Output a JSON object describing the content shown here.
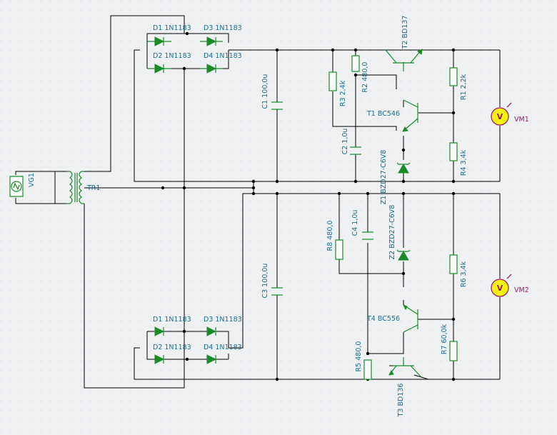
{
  "labels": {
    "vg1": "VG1",
    "tr1": "TR1",
    "d1_top": "D1 1N1183",
    "d2_top": "D2 1N1183",
    "d3_top": "D3 1N1183",
    "d4_top": "D4 1N1183",
    "d1_bot": "D1 1N1183",
    "d2_bot": "D2 1N1183",
    "d3_bot": "D3 1N1183",
    "d4_bot": "D4 1N1183",
    "c1": "C1 100,0u",
    "c2": "C2 1,0u",
    "c3": "C3 100,0u",
    "c4": "C4 1,0u",
    "r1": "R1 2,2k",
    "r2": "R2 480,0",
    "r3": "R3 2,4k",
    "r4": "R4 3,4k",
    "r5": "R5 480,0",
    "r6": "R6 3,4k",
    "r7": "R7 60,0k",
    "r8": "R8 480,0",
    "t1": "T1 BC546",
    "t2": "T2 BD137",
    "t3": "T3 BD136",
    "t4": "T4 BC556",
    "z1": "Z1 BZD27-C6V8",
    "z2": "Z2 BZD27-C6V8",
    "vm1": "VM1",
    "vm2": "VM2"
  },
  "colors": {
    "wire": "#000000",
    "component": "#1a8a2a",
    "label": "#1d6f8a",
    "meter_fill": "#f4f40a",
    "meter_border": "#9b1d6d"
  }
}
